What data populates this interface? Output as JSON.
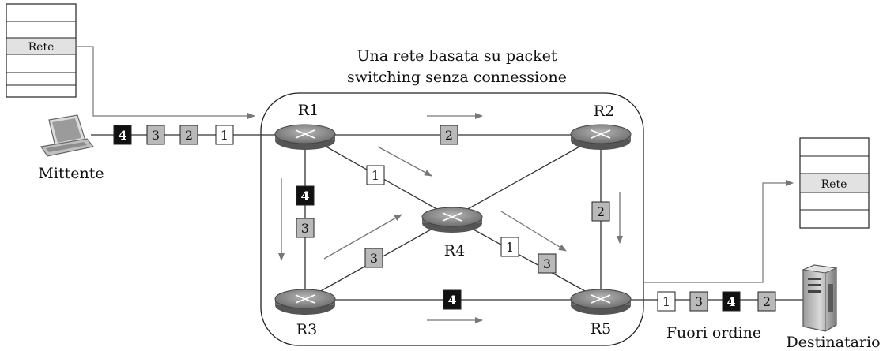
{
  "title_line1": "Una rete basata su packet",
  "title_line2": "switching senza connessione",
  "routers": {
    "r1": "R1",
    "r2": "R2",
    "r3": "R3",
    "r4": "R4",
    "r5": "R5"
  },
  "sender_label": "Mittente",
  "receiver_label": "Destinatario",
  "out_of_order_label": "Fuori ordine",
  "sender_stack_label": "Rete",
  "receiver_stack_label": "Rete",
  "packets": {
    "sender_line": [
      "4",
      "3",
      "2",
      "1"
    ],
    "r1_r2": "2",
    "r1_r4": "1",
    "r1_r3_a": "4",
    "r1_r3_b": "3",
    "r3_r4": "3",
    "r4_r5_a": "1",
    "r4_r5_b": "3",
    "r2_r5": "2",
    "r3_r5": "4",
    "receiver_line": [
      "1",
      "3",
      "4",
      "2"
    ]
  },
  "colors": {
    "white_packet": "#ffffff",
    "gray_packet": "#b9b9b9",
    "black_packet": "#111111",
    "router_body": "#8a8a8a",
    "line": "#333333"
  }
}
